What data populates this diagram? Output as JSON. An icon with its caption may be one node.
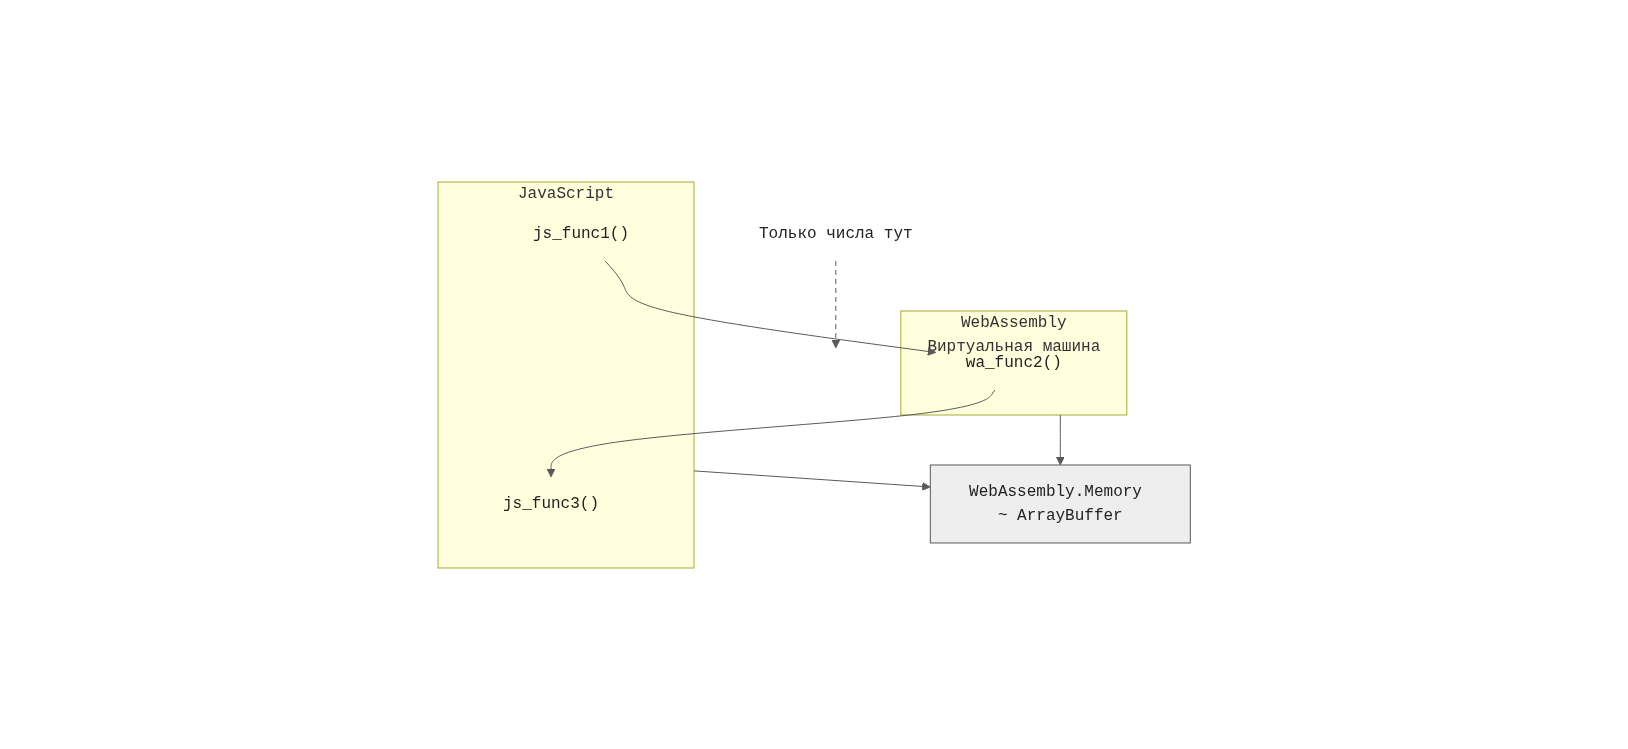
{
  "diagram": {
    "nodes": [
      {
        "text": [
          "WebAssembly.Memory ~ ArrayBuffer"
        ]
      },
      {
        "text": [
          "JavaScript"
        ]
      },
      {
        "text": [
          "js_func1()"
        ],
        "in": 1
      },
      {
        "text": [
          "js_func3()"
        ],
        "in": 1
      },
      {
        "text": [
          "WebAssembly"
        ],
        "beside": [
          "Виртуальная машина"
        ]
      },
      {
        "text": [
          "wa_func2()"
        ],
        "in": 4
      },
      {
        "text": [
          "Только числа тут"
        ]
      }
    ],
    "edges": [
      {
        "from": 1,
        "to": 0,
        "arrow": "to"
      },
      {
        "from": 4,
        "to": 0,
        "arrow": "to"
      },
      {
        "from": 2,
        "to": 5,
        "arrow": "to"
      },
      {
        "from": 5,
        "to": 3,
        "arrow": "to"
      },
      {
        "from": 6,
        "to": null,
        "arrow": "to",
        "style": "dashed"
      }
    ]
  }
}
